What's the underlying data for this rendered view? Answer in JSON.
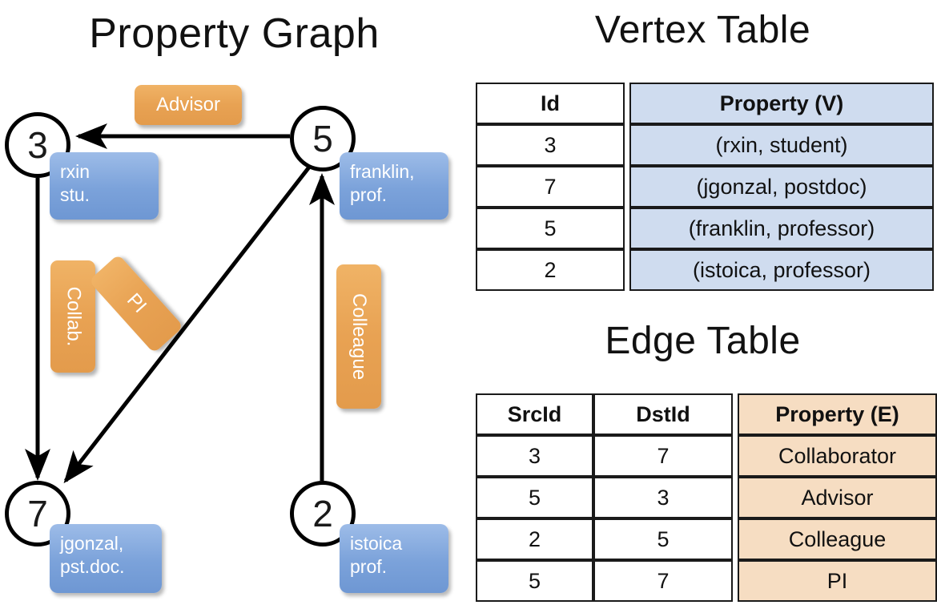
{
  "titles": {
    "property_graph": "Property Graph",
    "vertex_table": "Vertex Table",
    "edge_table": "Edge Table"
  },
  "graph": {
    "nodes": [
      {
        "id": "3",
        "label": "3",
        "property_lines": [
          "rxin",
          "stu."
        ]
      },
      {
        "id": "5",
        "label": "5",
        "property_lines": [
          "franklin,",
          "prof."
        ]
      },
      {
        "id": "7",
        "label": "7",
        "property_lines": [
          "jgonzal,",
          "pst.doc."
        ]
      },
      {
        "id": "2",
        "label": "2",
        "property_lines": [
          "istoica",
          "prof."
        ]
      }
    ],
    "node_props": {
      "rxin": "rxin\nstu.",
      "franklin": "franklin,\nprof.",
      "jgonzal": "jgonzal,\npst.doc.",
      "istoica": "istoica\nprof."
    },
    "edge_labels": {
      "advisor": "Advisor",
      "collab": "Collab.",
      "pi": "PI",
      "colleague": "Colleague"
    },
    "edges": [
      {
        "src": "5",
        "dst": "3",
        "label": "Advisor"
      },
      {
        "src": "3",
        "dst": "7",
        "label": "Collab."
      },
      {
        "src": "5",
        "dst": "7",
        "label": "PI"
      },
      {
        "src": "2",
        "dst": "5",
        "label": "Colleague"
      }
    ]
  },
  "vertex_table": {
    "headers": [
      "Id",
      "Property (V)"
    ],
    "rows": [
      {
        "id": "3",
        "property": "(rxin, student)"
      },
      {
        "id": "7",
        "property": "(jgonzal, postdoc)"
      },
      {
        "id": "5",
        "property": "(franklin, professor)"
      },
      {
        "id": "2",
        "property": "(istoica, professor)"
      }
    ]
  },
  "edge_table": {
    "headers": [
      "SrcId",
      "DstId",
      "Property (E)"
    ],
    "rows": [
      {
        "src": "3",
        "dst": "7",
        "property": "Collaborator"
      },
      {
        "src": "5",
        "dst": "3",
        "property": "Advisor"
      },
      {
        "src": "2",
        "dst": "5",
        "property": "Colleague"
      },
      {
        "src": "5",
        "dst": "7",
        "property": "PI"
      }
    ]
  },
  "colors": {
    "vertex_header_fill": "#cfdcef",
    "edge_header_fill": "#f6ddc2",
    "node_box_blue": "#7ba2da",
    "edge_label_orange": "#e8a253",
    "stroke": "#000000"
  }
}
